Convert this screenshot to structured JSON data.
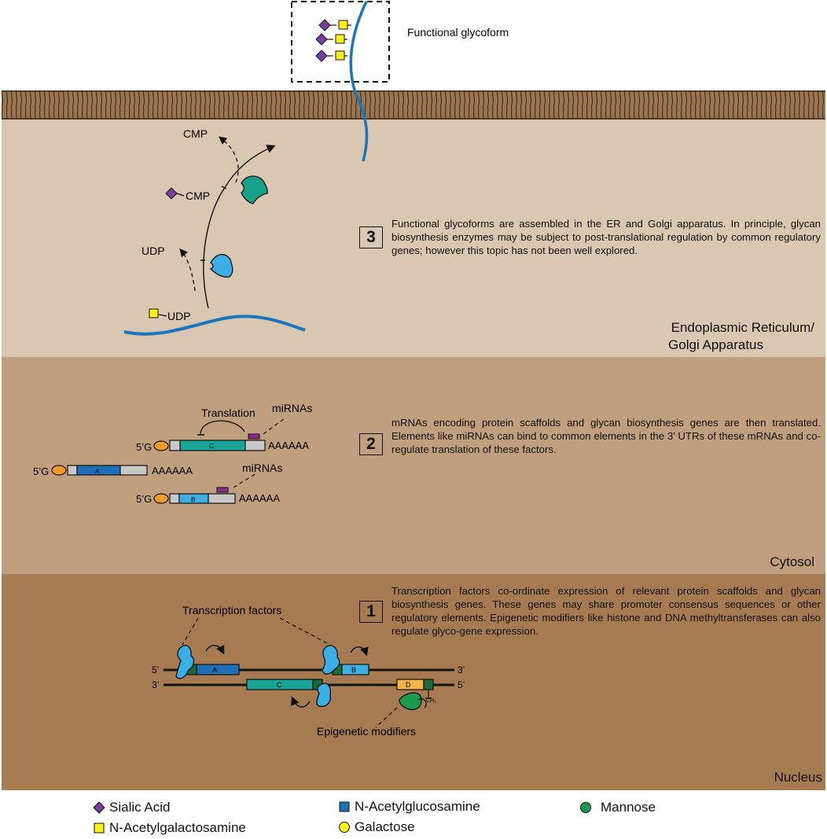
{
  "top": {
    "glycoform_label": "Functional glycoform"
  },
  "er": {
    "step_number": "3",
    "description": "Functional glycoforms are assembled in the ER and Golgi apparatus. In principle, glycan biosynthesis enzymes may be subject to post-translational regulation by common regulatory genes; however this topic has not been well explored.",
    "region_label_line1": "Endoplasmic Reticulum/",
    "region_label_line2": "Golgi Apparatus",
    "cmp_top": "CMP",
    "cmp_donor": "CMP",
    "udp_out": "UDP",
    "udp_donor": "UDP"
  },
  "cytosol": {
    "step_number": "2",
    "description": "mRNAs encoding protein scaffolds and glycan biosynthesis genes are then translated. Elements like miRNAs can bind to common elements in the 3’ UTRs of these mRNAs and co-regulate translation of these factors.",
    "region_label": "Cytosol",
    "translation_label": "Translation",
    "mirna_label_1": "miRNAs",
    "mirna_label_2": "miRNAs",
    "cap_label": "5’G",
    "polya": "AAAAAA",
    "gene_a": "A",
    "gene_b": "B",
    "gene_c": "C"
  },
  "nucleus": {
    "step_number": "1",
    "description": "Transcription factors co-ordinate expression of relevant protein scaffolds and glycan biosynthesis genes. These genes may share promoter consensus sequences or other regulatory elements. Epigenetic modifiers like histone and DNA methyltransferases can also regulate glyco-gene expression.",
    "region_label": "Nucleus",
    "tf_label": "Transcription factors",
    "epi_label": "Epigenetic modifiers",
    "five_prime": "5’",
    "three_prime": "3’",
    "gene_a": "A",
    "gene_b": "B",
    "gene_c": "C",
    "gene_d": "D",
    "methyl": "CH₃"
  },
  "legend": {
    "sialic_acid": "Sialic Acid",
    "n_acetylgalactosamine": "N-Acetylgalactosamine",
    "n_acetylglucosamine": "N-Acetylglucosamine",
    "galactose": "Galactose",
    "mannose": "Mannose"
  },
  "colors": {
    "er_bg": "#d9c7b2",
    "cytosol_bg": "#bf9f7e",
    "nucleus_bg": "#a77b52",
    "membrane": "#8b6a4a",
    "strand_blue": "#1a75bc",
    "enzyme_teal": "#16a38a",
    "enzyme_blue": "#3baee5",
    "gene_dark_blue": "#1f6fb7",
    "gene_light_blue": "#3faee3",
    "gene_teal": "#18a497",
    "utr_gray": "#c8c8c8",
    "cap_orange": "#f39a2c",
    "mirna_purple": "#8b2b8c",
    "sialic_purple": "#7b3ea0",
    "galnac_yellow": "#ffef1a",
    "glcnac_blue": "#1f6fb7",
    "galactose_yellow": "#ffef1a",
    "mannose_green": "#1d9a4f",
    "promoter_green": "#1a6b3a",
    "gene_d_orange": "#f6b34a"
  }
}
